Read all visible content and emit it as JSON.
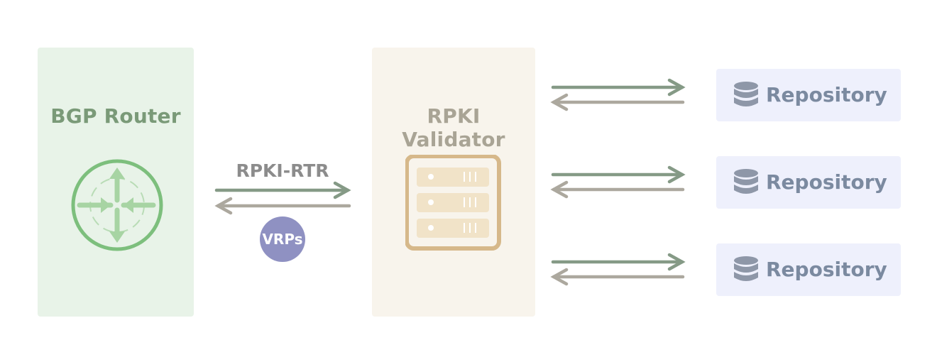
{
  "router": {
    "title": "BGP Router",
    "icon": "router-icon"
  },
  "link": {
    "protocol_label": "RPKI-RTR",
    "payload_badge": "VRPs"
  },
  "validator": {
    "title": "RPKI Validator",
    "icon": "server-icon"
  },
  "repositories": [
    {
      "label": "Repository",
      "icon": "database-icon"
    },
    {
      "label": "Repository",
      "icon": "database-icon"
    },
    {
      "label": "Repository",
      "icon": "database-icon"
    }
  ],
  "colors": {
    "router_bg": "#e8f3e8",
    "router_icon": "#7dbf7d",
    "validator_bg": "#f8f4ec",
    "server_icon": "#d6b88a",
    "repo_bg": "#eef0fc",
    "repo_text": "#7b8aa0",
    "arrow_forward": "#859a86",
    "arrow_back": "#aca89e",
    "badge": "#8f91c2"
  }
}
